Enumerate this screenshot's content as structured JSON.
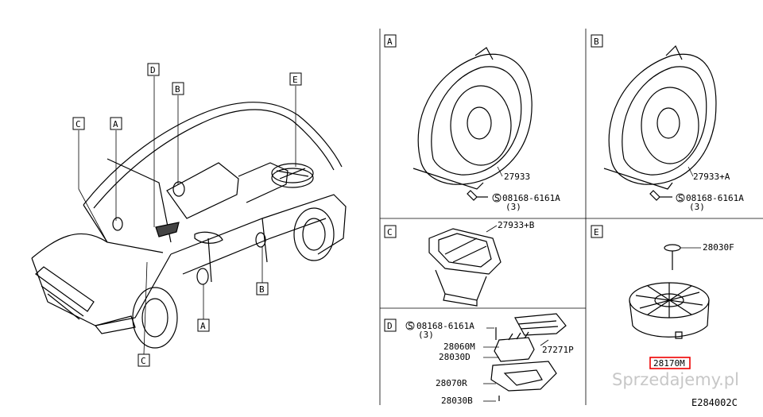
{
  "car_callouts": {
    "A_top": "A",
    "B_top": "B",
    "C_top": "C",
    "D_top": "D",
    "E_top": "E",
    "A_bottom": "A",
    "B_bottom": "B",
    "C_bottom": "C"
  },
  "panel_A": {
    "label": "A",
    "part_speaker": "27933",
    "part_screw": "08168-6161A",
    "screw_qty": "(3)"
  },
  "panel_B": {
    "label": "B",
    "part_speaker": "27933+A",
    "part_screw": "08168-6161A",
    "screw_qty": "(3)"
  },
  "panel_C": {
    "label": "C",
    "part_tweeter": "27933+B"
  },
  "panel_D": {
    "label": "D",
    "part_screw": "08168-6161A",
    "screw_qty": "(3)",
    "part_1": "28060M",
    "part_2": "28030D",
    "part_3": "27271P",
    "part_4": "28070R",
    "part_5": "28030B"
  },
  "panel_E": {
    "label": "E",
    "part_bolt": "28030F",
    "part_sub": "28170M"
  },
  "watermark": "Sprzedajemy.pl",
  "diagram_code": "E284002C"
}
